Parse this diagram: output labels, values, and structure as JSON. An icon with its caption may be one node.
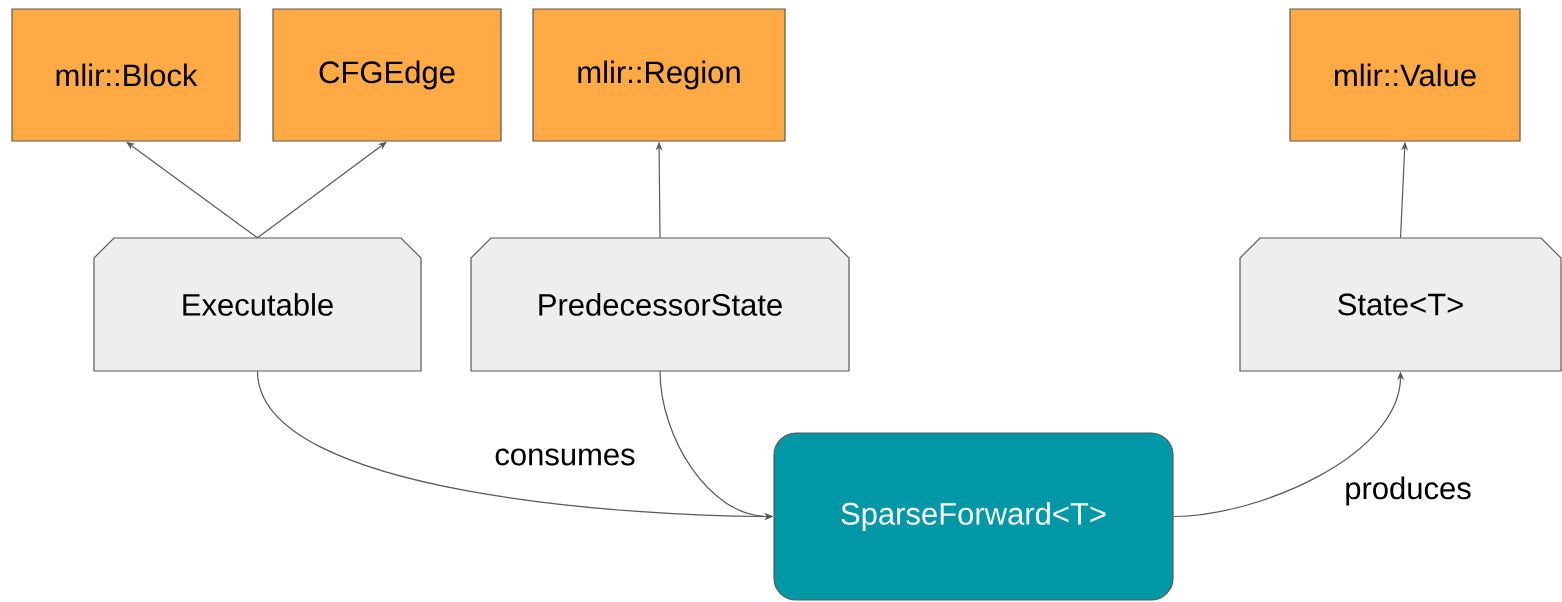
{
  "diagram": {
    "nodes": [
      {
        "text": [
          "mlir::Block"
        ]
      },
      {
        "text": [
          "CFGEdge"
        ]
      },
      {
        "text": [
          "mlir::Region"
        ]
      },
      {
        "text": [
          "mlir::Value"
        ]
      },
      {
        "text": [
          "Executable"
        ]
      },
      {
        "text": [
          "PredecessorState"
        ]
      },
      {
        "text": [
          "State<T>"
        ]
      },
      {
        "text": [
          "SparseForward<T>"
        ]
      }
    ],
    "edges": [
      {
        "from": 4,
        "to": 0,
        "arrow": "to"
      },
      {
        "from": 4,
        "to": 1,
        "arrow": "to"
      },
      {
        "from": 5,
        "to": 2,
        "arrow": "to"
      },
      {
        "from": 6,
        "to": 3,
        "arrow": "to"
      },
      {
        "from": 4,
        "to": 7,
        "arrow": "to",
        "label": "consumes"
      },
      {
        "from": 5,
        "to": 7,
        "arrow": "to"
      },
      {
        "from": 7,
        "to": 6,
        "arrow": "to",
        "label": "produces"
      }
    ]
  }
}
